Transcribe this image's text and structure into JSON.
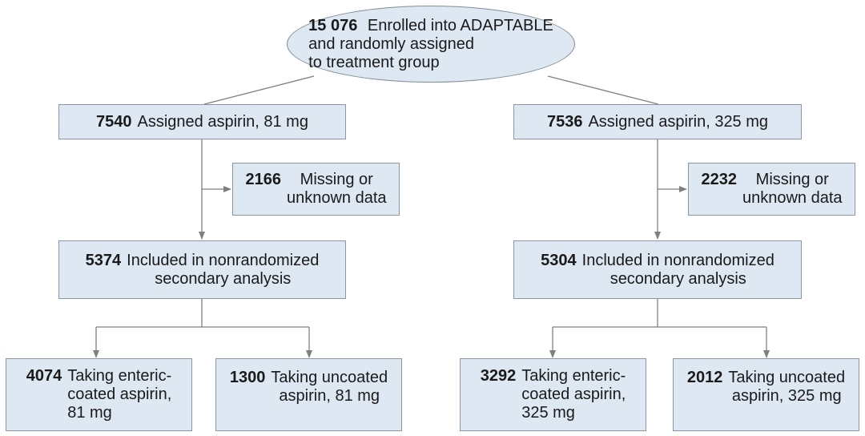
{
  "colors": {
    "box_fill": "#dde8f2",
    "box_border": "#8a96a3",
    "connector": "#7f7f7f"
  },
  "top": {
    "count": "15 076",
    "text": "Enrolled into ADAPTABLE\nand randomly assigned\nto treatment group"
  },
  "arm81": {
    "assigned": {
      "count": "7540",
      "text": "Assigned aspirin, 81 mg"
    },
    "excluded": {
      "count": "2166",
      "text": "Missing or\nunknown data"
    },
    "included": {
      "count": "5374",
      "text": "Included in nonrandomized\nsecondary analysis"
    },
    "enteric": {
      "count": "4074",
      "text": "Taking enteric-\ncoated aspirin,\n81 mg"
    },
    "uncoated": {
      "count": "1300",
      "text": "Taking uncoated\naspirin, 81 mg"
    }
  },
  "arm325": {
    "assigned": {
      "count": "7536",
      "text": "Assigned aspirin, 325 mg"
    },
    "excluded": {
      "count": "2232",
      "text": "Missing or\nunknown data"
    },
    "included": {
      "count": "5304",
      "text": "Included in nonrandomized\nsecondary analysis"
    },
    "enteric": {
      "count": "3292",
      "text": "Taking enteric-\ncoated aspirin,\n325 mg"
    },
    "uncoated": {
      "count": "2012",
      "text": "Taking uncoated\naspirin, 325 mg"
    }
  }
}
